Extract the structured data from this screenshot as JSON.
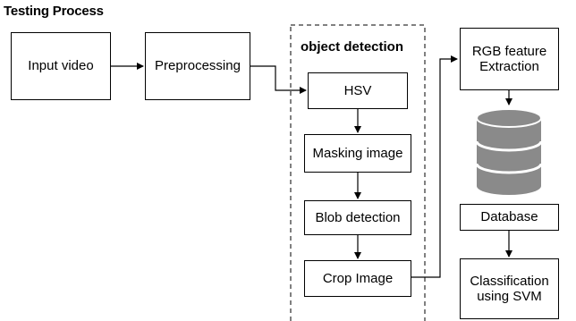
{
  "title": "Testing Process",
  "group_label": "object detection",
  "nodes": {
    "input_video": "Input video",
    "preprocessing": "Preprocessing",
    "hsv": "HSV",
    "masking": "Masking image",
    "blob": "Blob detection",
    "crop": "Crop Image",
    "rgb": "RGB feature Extraction",
    "database": "Database",
    "classification": "Classification using SVM"
  },
  "icons": {
    "database": "database-cylinder-icon"
  },
  "colors": {
    "line": "#000000",
    "db_fill": "#8a8a8a",
    "db_rim": "#ffffff"
  }
}
